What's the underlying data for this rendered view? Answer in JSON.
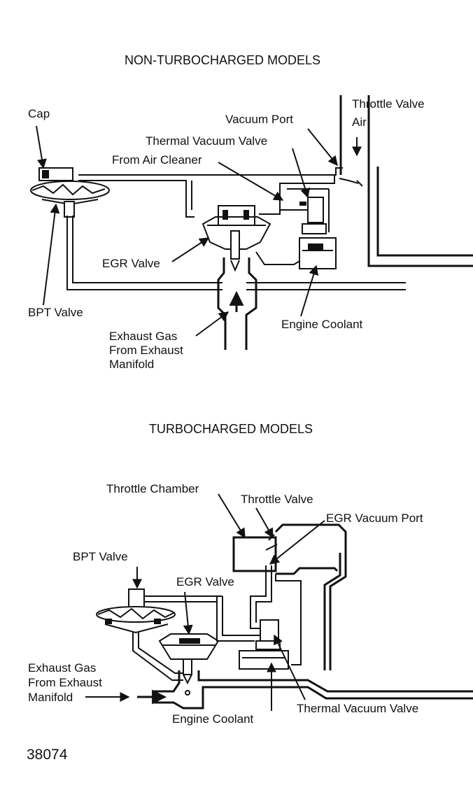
{
  "figure_id": "38074",
  "top": {
    "title": "NON-TURBOCHARGED MODELS",
    "labels": {
      "cap": "Cap",
      "vacuum_port": "Vacuum Port",
      "throttle_valve": "Throttle Valve",
      "air": "Air",
      "thermal_vacuum_valve": "Thermal Vacuum Valve",
      "from_air_cleaner": "From Air Cleaner",
      "egr_valve": "EGR Valve",
      "bpt_valve": "BPT Valve",
      "engine_coolant": "Engine Coolant",
      "exhaust_1": "Exhaust Gas",
      "exhaust_2": "From Exhaust",
      "exhaust_3": "Manifold"
    }
  },
  "bottom": {
    "title": "TURBOCHARGED MODELS",
    "labels": {
      "throttle_chamber": "Throttle Chamber",
      "throttle_valve": "Throttle Valve",
      "egr_vacuum_port": "EGR Vacuum Port",
      "bpt_valve": "BPT Valve",
      "egr_valve": "EGR Valve",
      "exhaust_1": "Exhaust Gas",
      "exhaust_2": "From Exhaust",
      "exhaust_3": "Manifold",
      "thermal_vacuum_valve": "Thermal Vacuum Valve",
      "engine_coolant": "Engine Coolant"
    }
  }
}
